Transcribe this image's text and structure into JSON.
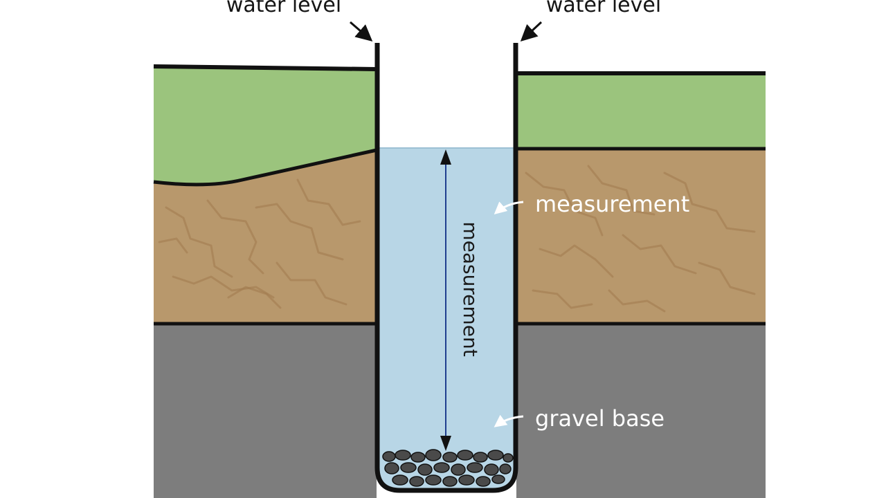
{
  "labels": {
    "water_level_left": "water level",
    "water_level_right": "water level",
    "measurement": "measurement",
    "gravel_base": "gravel base",
    "vertical_measurement": "measurement"
  },
  "colors": {
    "grass": "#9bc47d",
    "soil": "#b8986c",
    "rock": "#7d7d7d",
    "water": "#b8d6e6",
    "outline": "#111111",
    "arrow": "#1f3f8f",
    "gravel": "#4a4a4a"
  },
  "icons": {
    "top_pointers": "arrow-icon",
    "side_pointers": "curved-arrow-icon",
    "measurement": "double-arrow-icon"
  }
}
